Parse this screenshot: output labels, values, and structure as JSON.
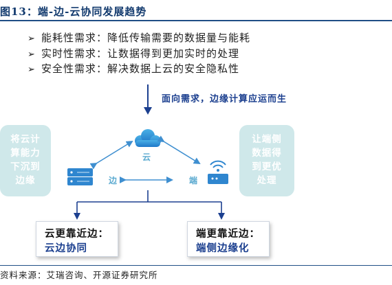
{
  "figure": {
    "title": "图13：端-边-云协同发展趋势"
  },
  "bullets": [
    {
      "icon": "arrow-right-icon",
      "text": "能耗性需求：降低传输需要的数据量与能耗"
    },
    {
      "icon": "arrow-right-icon",
      "text": "实时性需求：让数据得到更加实时的处理"
    },
    {
      "icon": "arrow-right-icon",
      "text": "安全性需求：解决数据上云的安全隐私性"
    }
  ],
  "flow": {
    "arrow_label": "面向需求，边缘计算应运而生"
  },
  "left_box": {
    "lines": [
      "将云计",
      "算能力",
      "下沉到",
      "边缘"
    ]
  },
  "right_box": {
    "lines": [
      "让端侧",
      "数据得",
      "到更优",
      "处理"
    ]
  },
  "nodes": {
    "cloud": "云",
    "edge": "边",
    "device": "端"
  },
  "results": [
    {
      "line1": "云更靠近边：",
      "line2": "云边协同"
    },
    {
      "line1": "端更靠近边：",
      "line2": "端侧边缘化"
    }
  ],
  "source": "资料来源：艾瑞咨询、开源证券研究所",
  "colors": {
    "title": "#123a6e",
    "accent_blue": "#1b3f8f",
    "node_blue": "#3a8fd0",
    "side_box": "#cfe8ea"
  }
}
